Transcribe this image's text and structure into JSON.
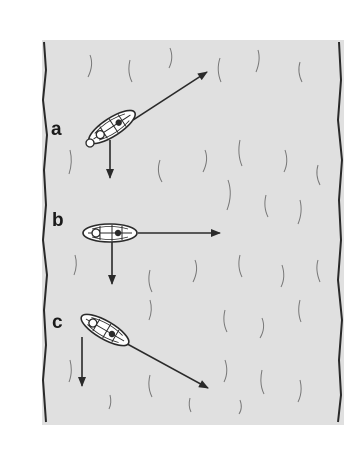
{
  "figure": {
    "background_color": "#ffffff",
    "river_color": "#e0e0e0",
    "ink_color": "#2a2a2a",
    "boats": [
      {
        "label": "a",
        "heading": "upstream-diagonal"
      },
      {
        "label": "b",
        "heading": "straight-across"
      },
      {
        "label": "c",
        "heading": "downstream-diagonal"
      }
    ]
  }
}
